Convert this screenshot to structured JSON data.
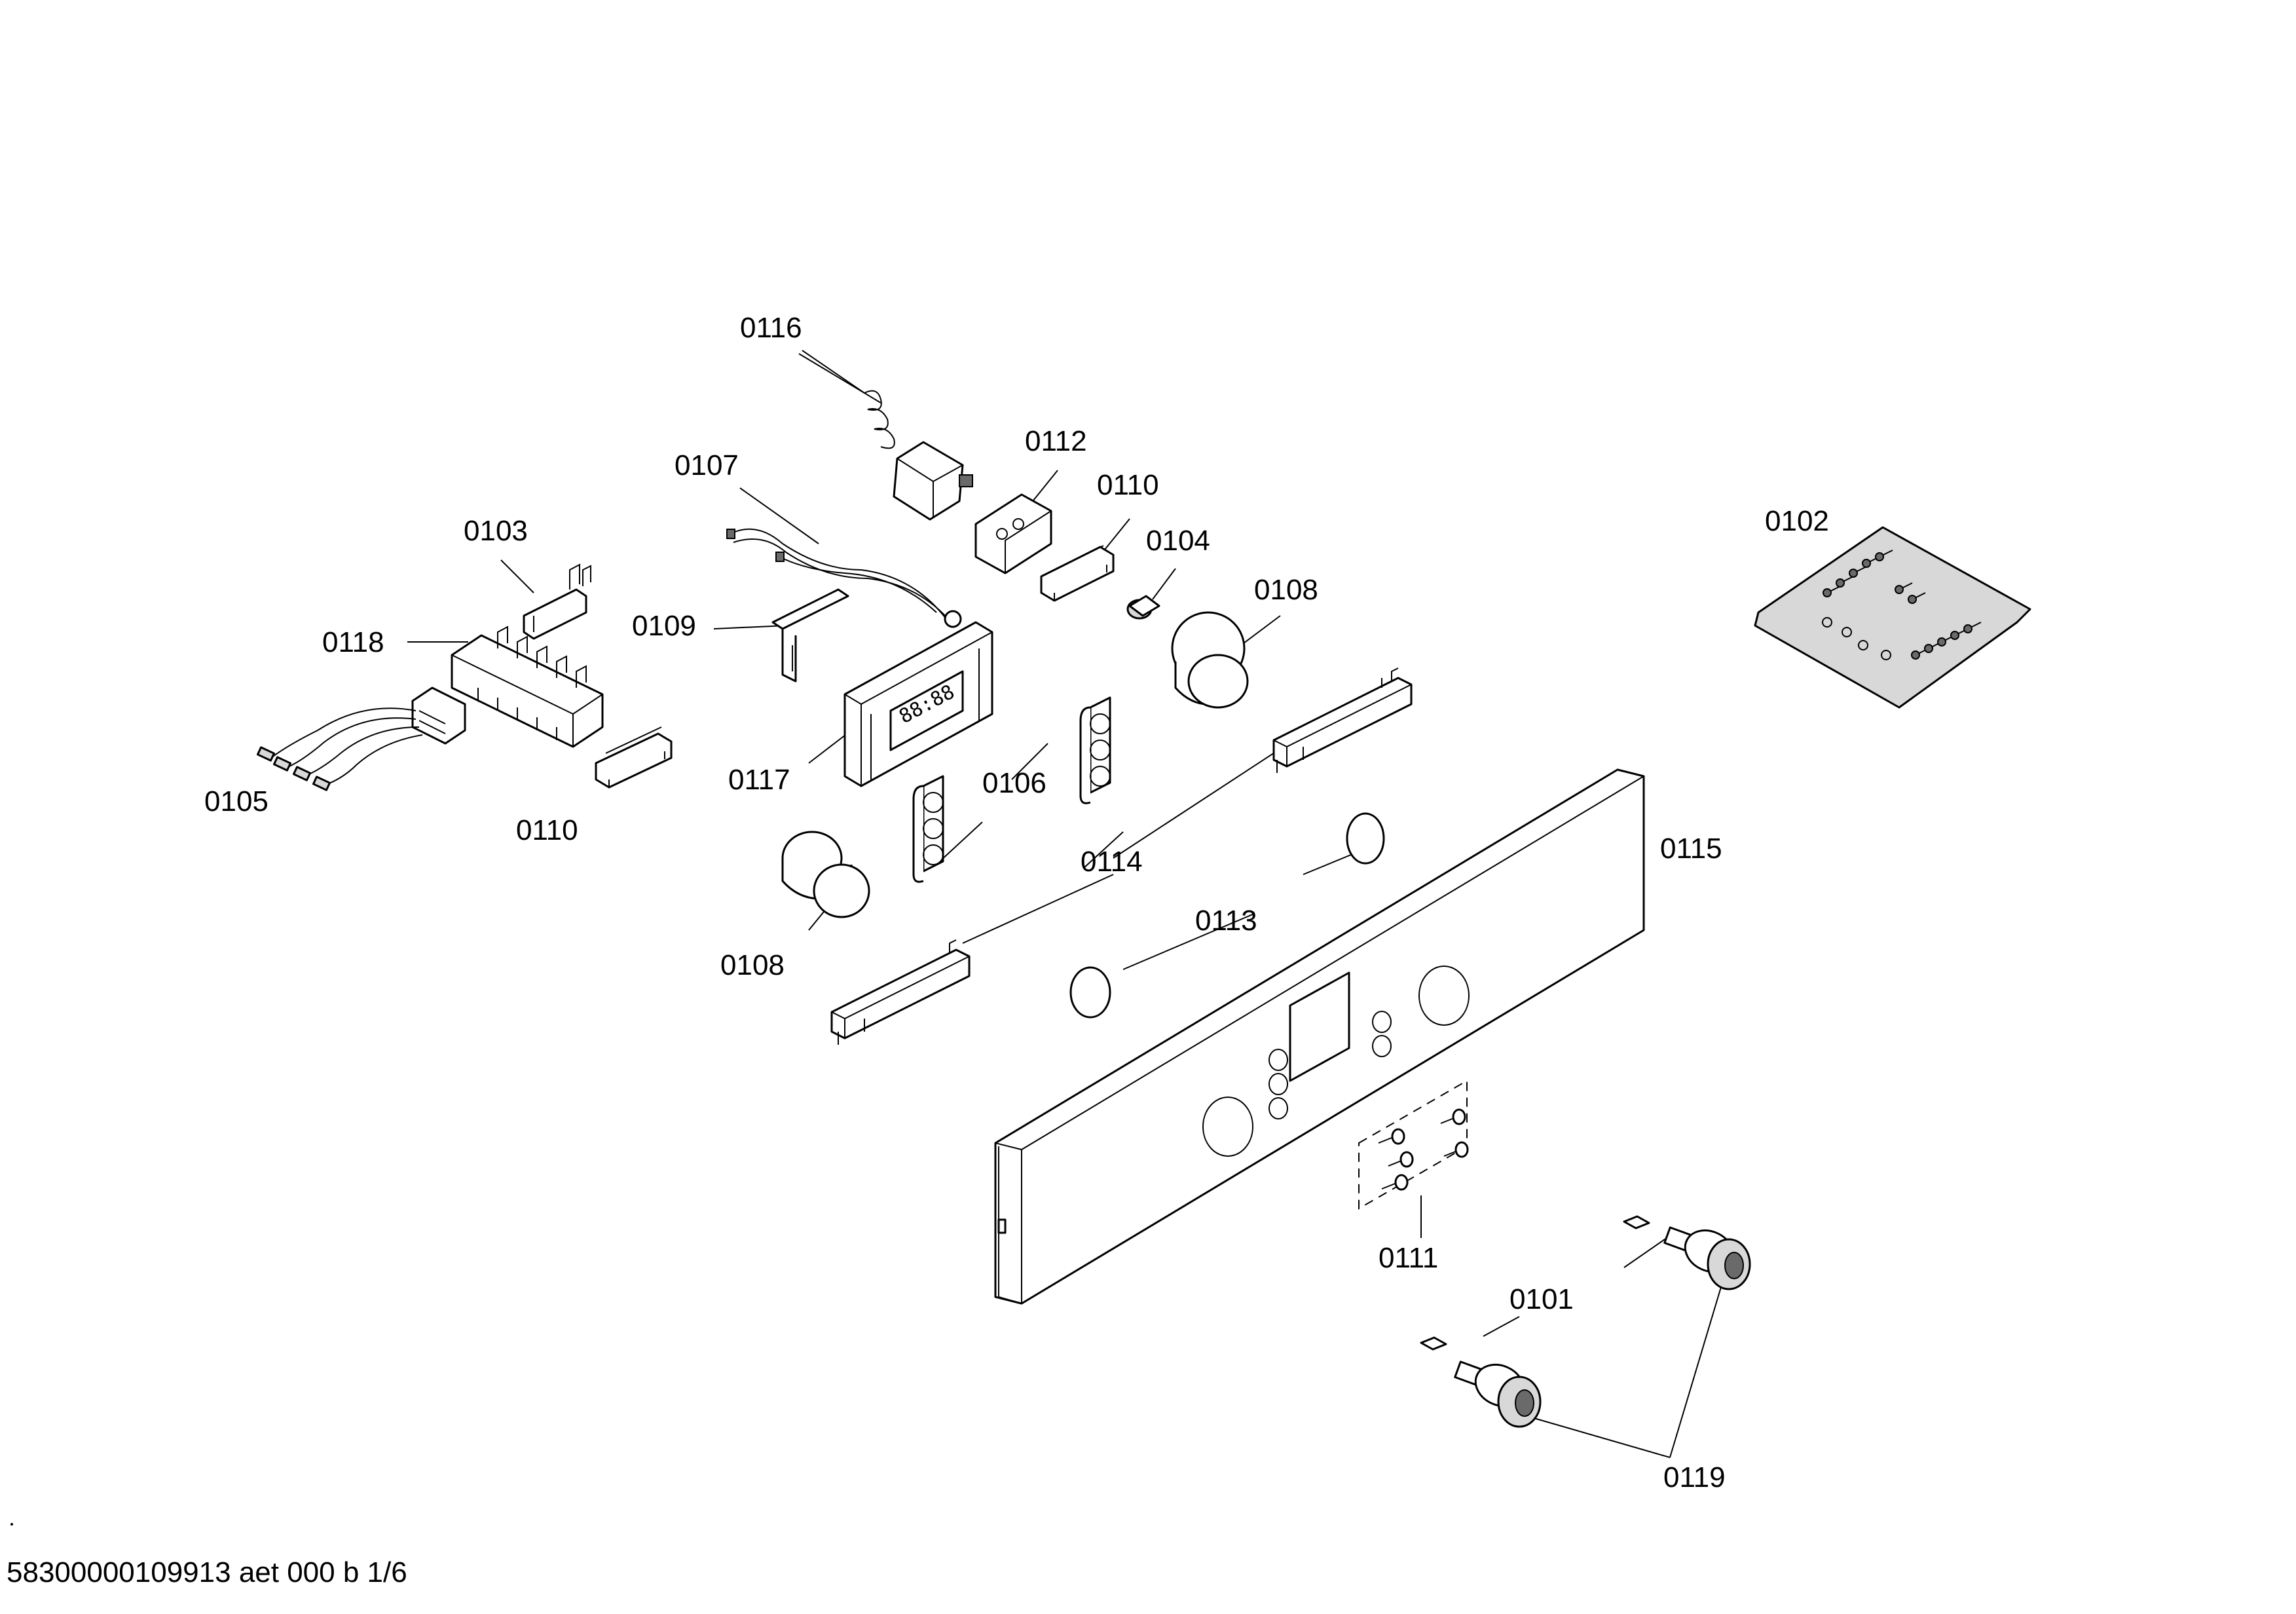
{
  "labels": {
    "p0101": "0101",
    "p0102": "0102",
    "p0103": "0103",
    "p0104": "0104",
    "p0105": "0105",
    "p0106": "0106",
    "p0107": "0107",
    "p0108a": "0108",
    "p0108b": "0108",
    "p0109": "0109",
    "p0110a": "0110",
    "p0110b": "0110",
    "p0111": "0111",
    "p0112": "0112",
    "p0113": "0113",
    "p0114": "0114",
    "p0115": "0115",
    "p0116": "0116",
    "p0117": "0117",
    "p0118": "0118",
    "p0119": "0119"
  },
  "footer": {
    "drawing_id": "58300000109913 aet 000 b 1/6"
  }
}
